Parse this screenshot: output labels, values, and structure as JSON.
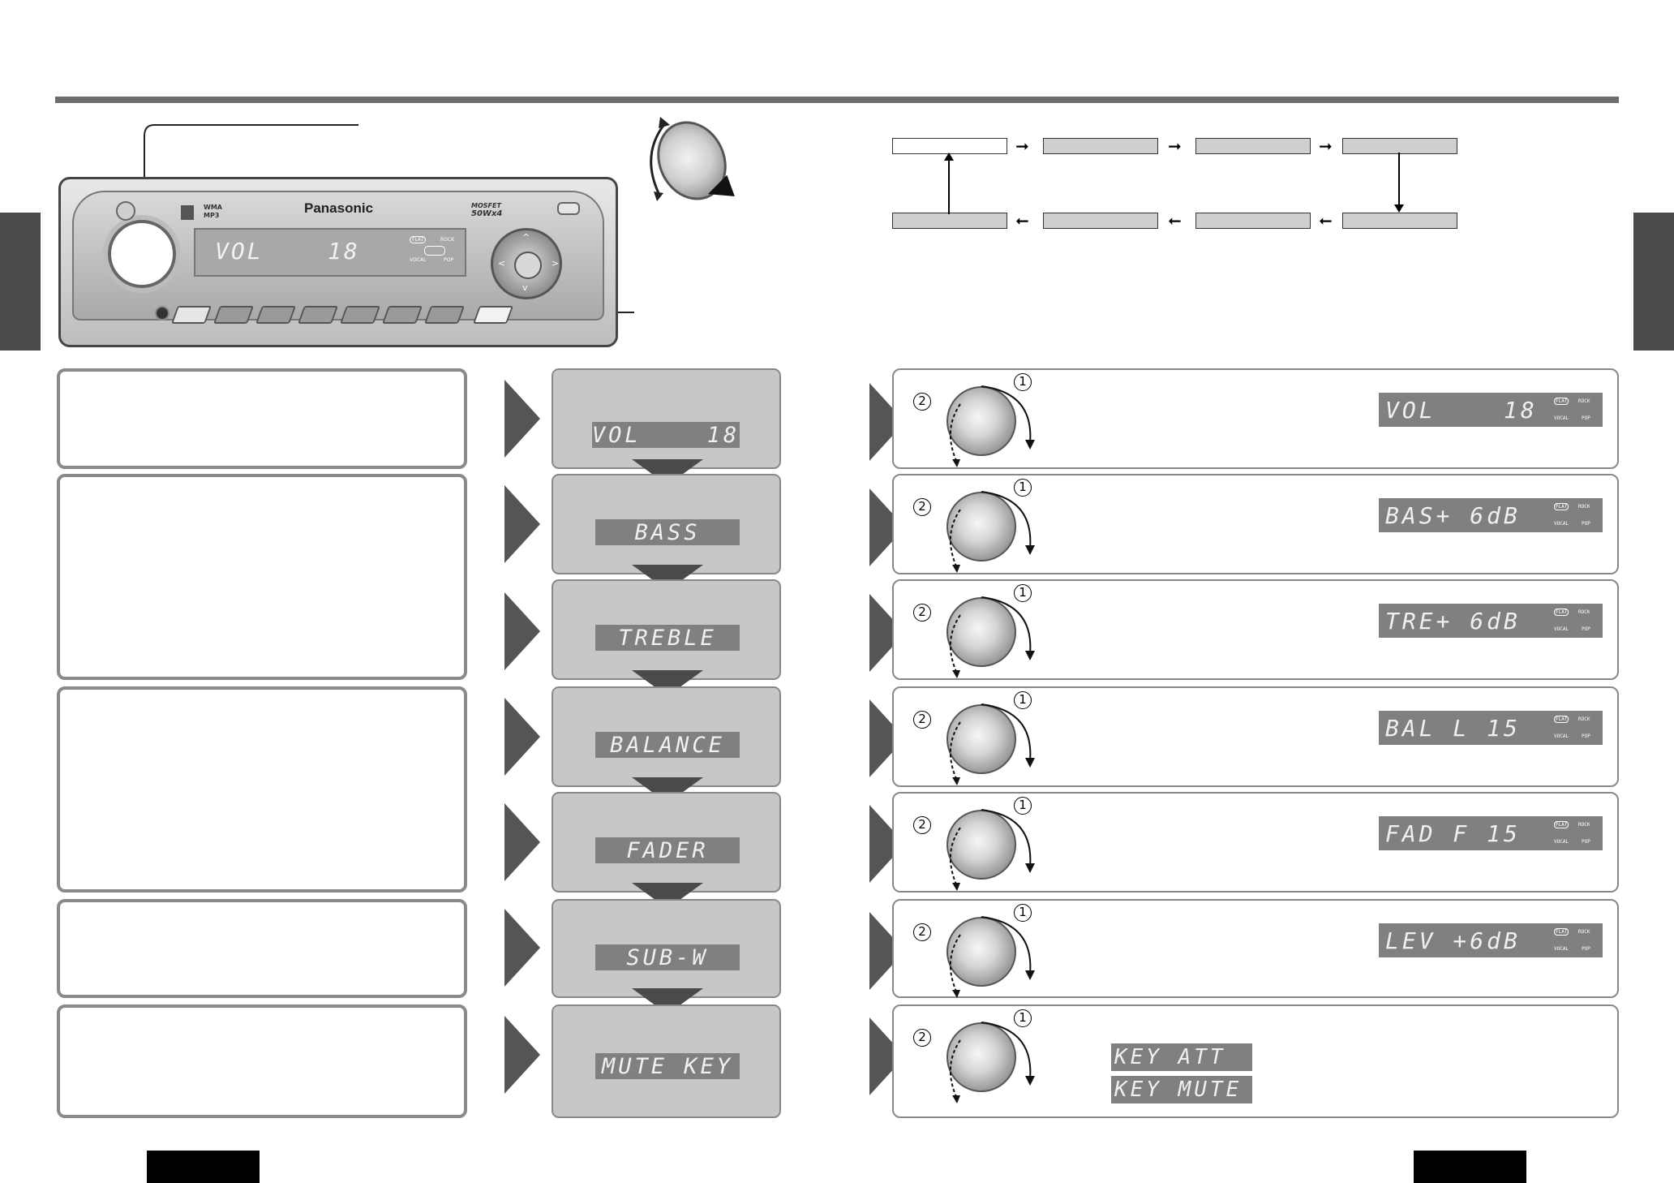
{
  "device": {
    "brand": "Panasonic",
    "badge_left_top": "WMA",
    "badge_left_bottom": "MP3",
    "badge_right_top": "MOSFET",
    "badge_right_bottom": "50Wx4",
    "lcd_text": "VOL    18",
    "eq_flat": "FLAT",
    "eq_rock": "ROCK",
    "eq_vocal": "VOCAL",
    "eq_pop": "POP"
  },
  "steps": [
    {
      "id": "vol",
      "mid_lcd": "VOL    18",
      "right_lcd": "VOL    18"
    },
    {
      "id": "bass",
      "mid_lcd": "BASS",
      "right_lcd": "BAS+ 6dB"
    },
    {
      "id": "treble",
      "mid_lcd": "TREBLE",
      "right_lcd": "TRE+ 6dB"
    },
    {
      "id": "balance",
      "mid_lcd": "BALANCE",
      "right_lcd": "BAL L 15"
    },
    {
      "id": "fader",
      "mid_lcd": "FADER",
      "right_lcd": "FAD F 15"
    },
    {
      "id": "subw",
      "mid_lcd": "SUB-W",
      "right_lcd": "LEV +6dB"
    },
    {
      "id": "mutekey",
      "mid_lcd": "MUTE KEY",
      "right_lcd": ""
    }
  ],
  "mute_options": [
    "KEY ATT",
    "KEY MUTE"
  ],
  "knob_numbers": {
    "one": "1",
    "two": "2"
  },
  "mini_eq": {
    "flat": "FLAT",
    "rock": "ROCK",
    "vocal": "VOCAL",
    "pop": "POP"
  }
}
